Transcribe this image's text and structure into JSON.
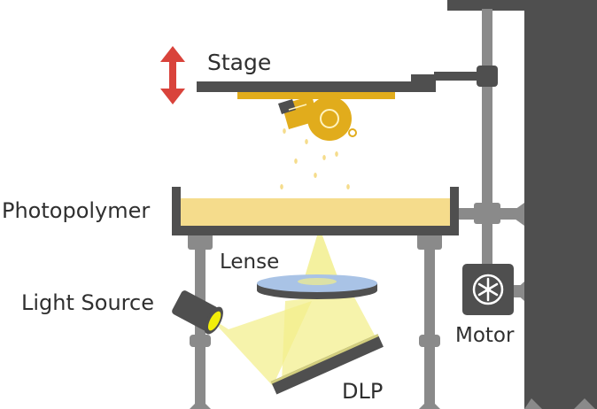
{
  "labels": {
    "stage": "Stage",
    "photopolymer": "Photopolymer",
    "lense": "Lense",
    "light_source": "Light Source",
    "motor": "Motor",
    "dlp": "DLP"
  },
  "colors": {
    "frame_dark": "#4f4f4f",
    "frame_gray": "#8a8a8a",
    "resin": "#f5dc8c",
    "print_gold": "#e1ac1c",
    "beam": "#f2ee8a",
    "lens_blue": "#a9c3e6",
    "arrow_red": "#d9433b",
    "text": "#2f2f2f"
  },
  "icons": {
    "stage_arrow": "up-down-arrow-icon",
    "motor": "fan-icon"
  }
}
